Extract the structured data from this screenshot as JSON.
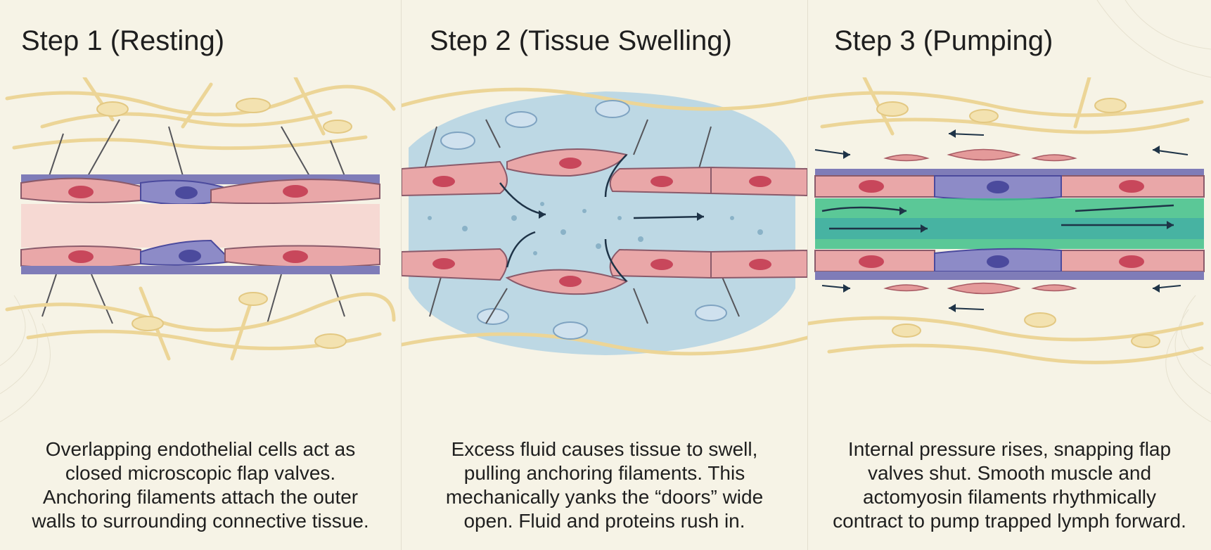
{
  "steps": [
    {
      "title": "Step 1 (Resting)",
      "caption": [
        "Overlapping endothelial cells act as",
        "closed microscopic flap valves.",
        "Anchoring filaments attach the outer",
        "walls to surrounding connective tissue."
      ]
    },
    {
      "title": "Step 2 (Tissue Swelling)",
      "caption": [
        "Excess fluid causes tissue to swell,",
        "pulling anchoring filaments. This",
        "mechanically yanks the “doors” wide",
        "open. Fluid and proteins rush in."
      ]
    },
    {
      "title": "Step 3 (Pumping)",
      "caption": [
        "Internal pressure rises, snapping flap",
        "valves shut. Smooth muscle and",
        "actomyosin filaments rhythmically",
        "contract to pump trapped lymph forward."
      ]
    }
  ],
  "colors": {
    "background": "#f6f3e6",
    "endothelial_cell": "#e9a7a8",
    "cell_nucleus": "#c8475b",
    "valve_cell": "#8d8bc7",
    "valve_nucleus": "#4b4a9d",
    "vessel_lumen": "#f6d9d3",
    "interstitial_fluid": "#a9cfe3",
    "lymph": "#3fbf88",
    "connective_tissue": "#f0dca4",
    "arrow": "#1e3347"
  }
}
